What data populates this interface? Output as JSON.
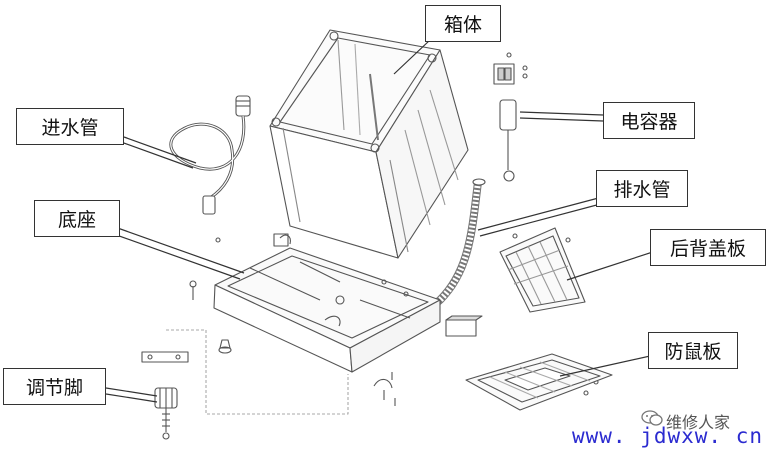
{
  "labels": {
    "cabinet": "箱体",
    "inlet_hose": "进水管",
    "capacitor": "电容器",
    "drain_hose": "排水管",
    "base": "底座",
    "back_cover": "后背盖板",
    "mouse_guard": "防鼠板",
    "adjust_foot": "调节脚"
  },
  "watermark": {
    "name": "维修人家",
    "url": "www. jdwxw. cn"
  },
  "colors": {
    "line": "#444444",
    "label_border": "#333333",
    "url_color": "#2b2bd0"
  }
}
